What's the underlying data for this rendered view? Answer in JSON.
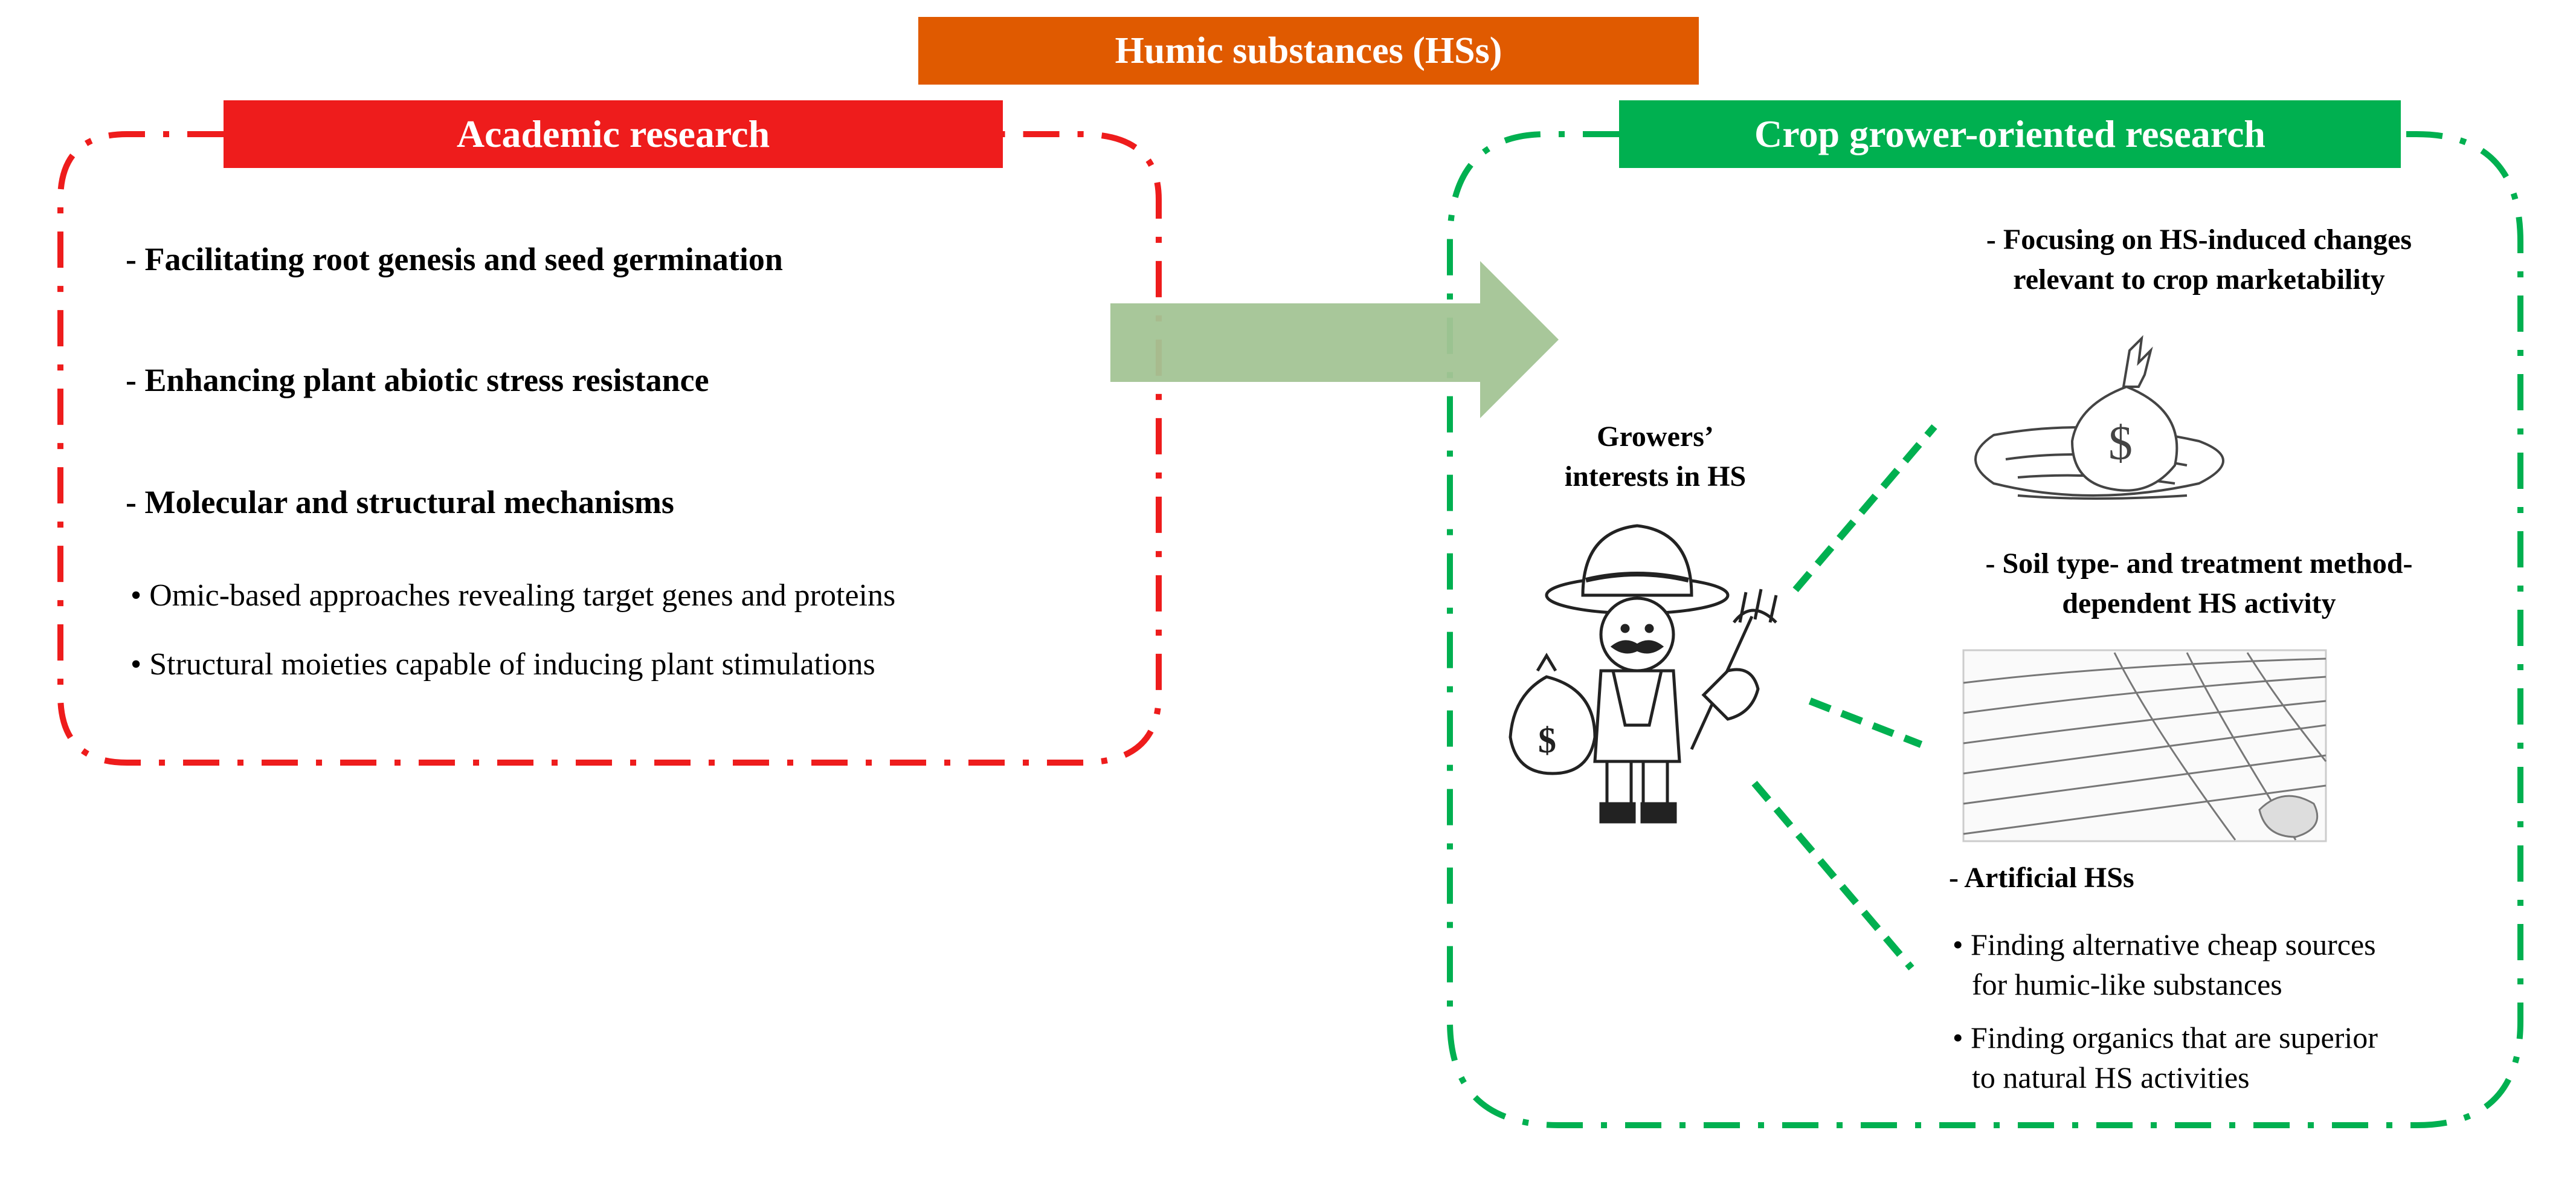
{
  "colors": {
    "title_banner": "#e05a00",
    "academic": "#ee1c1c",
    "grower": "#00b050",
    "arrow": "#a3c495"
  },
  "title": "Humic substances (HSs)",
  "academic": {
    "heading": "Academic research",
    "items": [
      "- Facilitating root genesis and seed germination",
      "- Enhancing plant abiotic stress resistance",
      "- Molecular and structural mechanisms"
    ],
    "bullets": [
      "• Omic-based approaches revealing target genes and proteins",
      "• Structural moieties capable of inducing plant stimulations"
    ]
  },
  "grower": {
    "heading": "Crop grower-oriented research",
    "center_label_line1": "Growers’",
    "center_label_line2": "interests in HS",
    "focus_line1": "- Focusing on HS-induced changes",
    "focus_line2": "relevant to crop marketability",
    "soil_line1": "- Soil type- and treatment method-",
    "soil_line2": "dependent HS activity",
    "artificial": "-  Artificial HSs",
    "art_bullet1_line1": "• Finding alternative cheap sources",
    "art_bullet1_line2": "for humic-like substances",
    "art_bullet2_line1": "• Finding organics that are superior",
    "art_bullet2_line2": "to natural HS activities"
  },
  "icons": [
    "farmer-icon",
    "money-bag-icon",
    "dollar-sign-icon",
    "pitchfork-icon",
    "field-sketch-icon"
  ]
}
